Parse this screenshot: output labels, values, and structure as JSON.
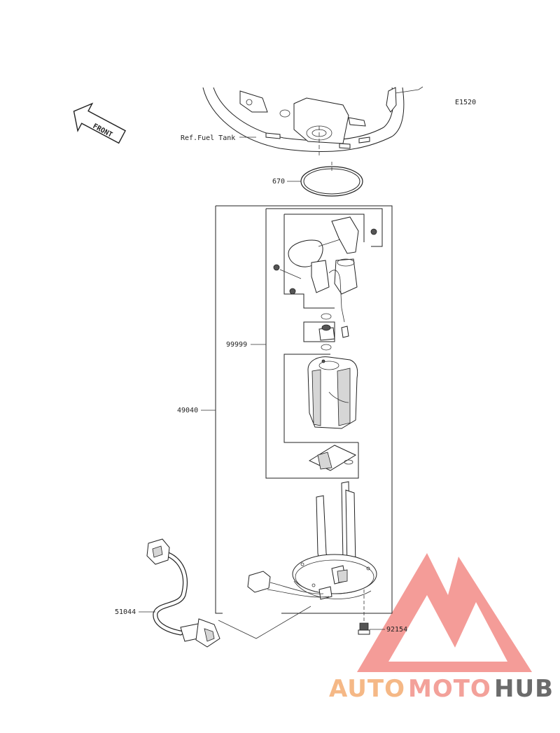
{
  "diagram_code": "E1520",
  "front_label": "FRONT",
  "ref_label": "Ref.Fuel Tank",
  "parts": {
    "p670": "670",
    "p99999": "99999",
    "p49040": "49040",
    "p51044": "51044",
    "p92154": "92154"
  },
  "watermark": {
    "part1": "AUTO",
    "part2": "MOTO",
    "part3": "HUB",
    "color1": "#f5b886",
    "color2": "#f3a19a",
    "color3": "#6b6b6b",
    "logo_color": "#f28b86"
  }
}
